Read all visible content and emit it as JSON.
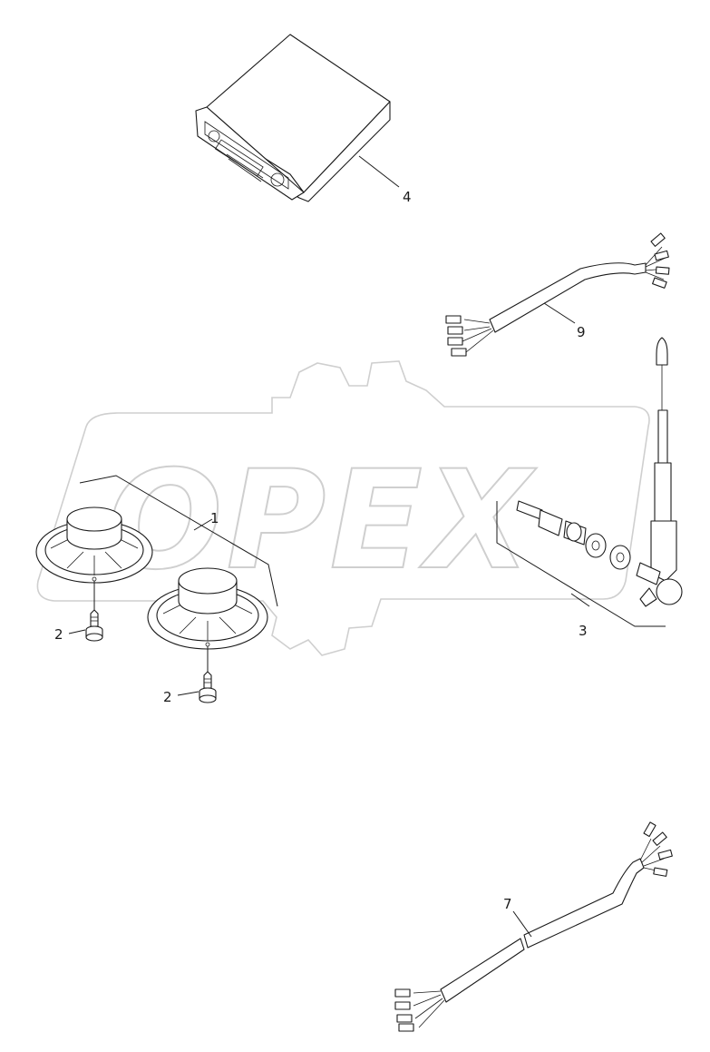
{
  "watermark": {
    "text": "OPEX"
  },
  "parts": [
    {
      "id": "radio",
      "label": "4"
    },
    {
      "id": "cable-short",
      "label": "9"
    },
    {
      "id": "speakers",
      "label": "1"
    },
    {
      "id": "antenna",
      "label": "3"
    },
    {
      "id": "screw-a",
      "label": "2"
    },
    {
      "id": "screw-b",
      "label": "2"
    },
    {
      "id": "cable-long",
      "label": "7"
    }
  ]
}
